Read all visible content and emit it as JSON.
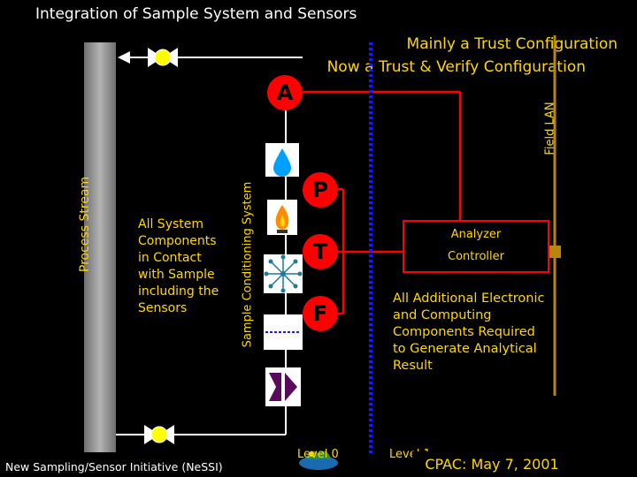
{
  "title": "Integration of Sample System and Sensors",
  "trust_line1": "Mainly a Trust Configuration",
  "trust_line2": "Now a Trust & Verify Configuration",
  "process_stream_label": "Process Stream",
  "sample_conditioning_label": "Sample Conditioning System",
  "field_lan_label": "Field LAN",
  "components_text": "All System Components in Contact with Sample including the Sensors",
  "analyzer_line1": "Analyzer",
  "analyzer_line2": "Controller",
  "additional_text": "All Additional Electronic and Computing Components Required to Generate Analytical Result",
  "sensors": {
    "a": "A",
    "p": "P",
    "t": "T",
    "f": "F"
  },
  "footer": "New Sampling/Sensor Initiative (NeSSI)",
  "level0": "Level 0",
  "level1": "Level 1",
  "conference": "CPAC: May 7, 2001",
  "colors": {
    "background": "#000000",
    "text": "#ffd700",
    "sensor": "#ff0000",
    "lan": "#b8860b",
    "dotted": "#1a1aff",
    "stream": "#9a9a9a"
  }
}
